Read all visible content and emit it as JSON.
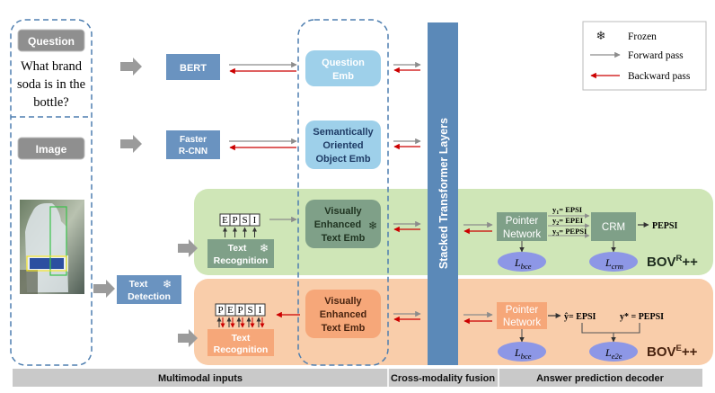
{
  "legend": {
    "frozen": "Frozen",
    "forward": "Forward pass",
    "backward": "Backward pass",
    "frozen_icon": "snowflake-icon"
  },
  "inputs": {
    "question_tag": "Question",
    "question_text": [
      "What brand",
      "soda is in the",
      "bottle?"
    ],
    "image_tag": "Image"
  },
  "modules": {
    "bert": "BERT",
    "faster_rcnn": [
      "Faster",
      "R-CNN"
    ],
    "text_detection": [
      "Text",
      "Detection"
    ],
    "text_recognition_1": [
      "Text",
      "Recognition"
    ],
    "text_recognition_2": [
      "Text",
      "Recognition"
    ]
  },
  "embeddings": {
    "question": [
      "Question",
      "Emb"
    ],
    "object": [
      "Semantically",
      "Oriented",
      "Object Emb"
    ],
    "visual_text_1": [
      "Visually",
      "Enhanced",
      "Text Emb"
    ],
    "visual_text_2": [
      "Visually",
      "Enhanced",
      "Text Emb"
    ]
  },
  "ocr_letters_1": [
    "E",
    "P",
    "S",
    "I"
  ],
  "ocr_letters_2": [
    "P",
    "E",
    "P",
    "S",
    "I"
  ],
  "transformer": "Stacked Transformer Layers",
  "decoder_top": {
    "pointer": [
      "Pointer",
      "Network"
    ],
    "crm": "CRM",
    "output": "PEPSI",
    "preds": [
      {
        "var": "y",
        "sub": "1",
        "val": "= EPSI"
      },
      {
        "var": "y",
        "sub": "2",
        "val": "= EPEI"
      },
      {
        "var": "y",
        "sub": "3",
        "val": "= PEPSI"
      }
    ],
    "loss_bce": {
      "var": "L",
      "sub": "bce"
    },
    "loss_crm": {
      "var": "L",
      "sub": "crm"
    },
    "label": {
      "base": "BOV",
      "sup": "R",
      "suffix": "++"
    }
  },
  "decoder_bottom": {
    "pointer": [
      "Pointer",
      "Network"
    ],
    "pred": "ŷ= EPSI",
    "target": "y* = PEPSI",
    "loss_bce": {
      "var": "L",
      "sub": "bce"
    },
    "loss_e2e": {
      "var": "L",
      "sub": "e2e"
    },
    "label": {
      "base": "BOV",
      "sup": "E",
      "suffix": "++"
    }
  },
  "footer": {
    "multimodal": "Multimodal inputs",
    "fusion": "Cross-modality fusion",
    "decoder": "Answer prediction decoder"
  },
  "colors": {
    "blue_module": "#6a93c0",
    "light_blue_emb": "#9ed0ea",
    "green_band": "#cfe6b7",
    "green_module": "#7fa088",
    "orange_band": "#f9cdaa",
    "orange_module": "#f6a779",
    "gray_tag": "#8f8f8f",
    "transformer": "#5b89b8",
    "loss_fill": "#8d97e6",
    "forward": "#8c8c8c",
    "backward": "#cc0000",
    "footer": "#c9c9c9"
  }
}
